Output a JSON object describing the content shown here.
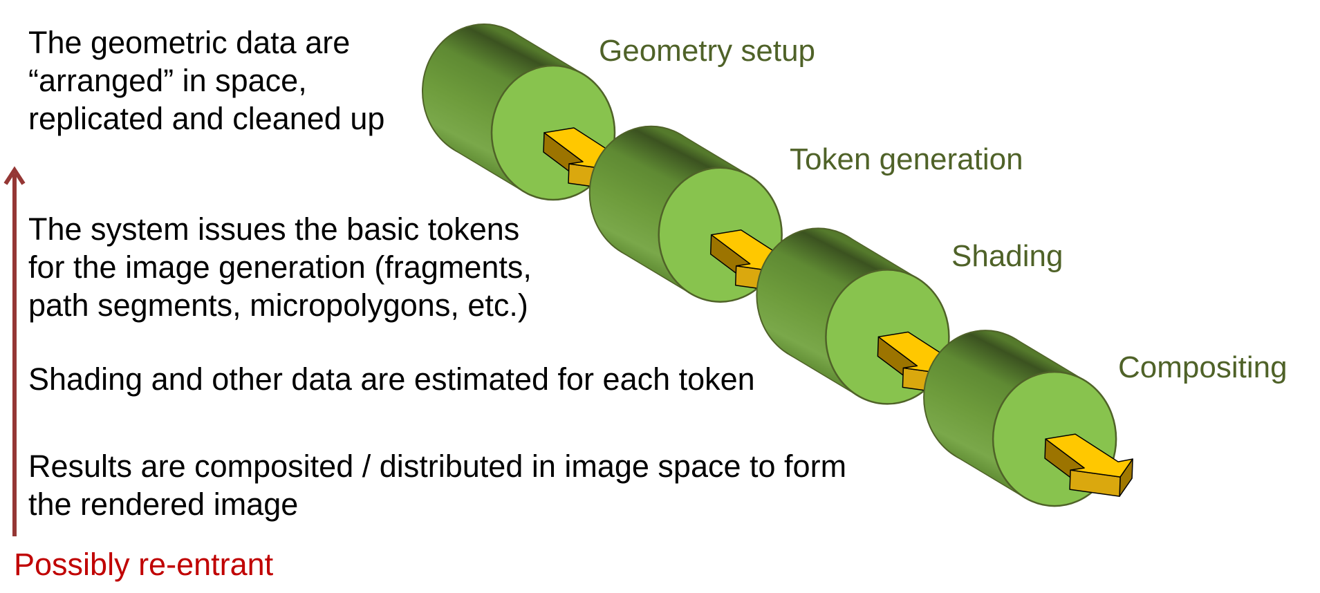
{
  "descriptions": [
    {
      "lines": [
        "The geometric data are",
        "“arranged” in space,",
        "replicated and cleaned up"
      ]
    },
    {
      "lines": [
        "The system issues the basic tokens",
        "for the image generation (fragments,",
        "path segments, micropolygons, etc.)"
      ]
    },
    {
      "lines": [
        "Shading and other data are estimated for each token"
      ]
    },
    {
      "lines": [
        "Results are composited / distributed in image space to form",
        "the rendered image"
      ]
    }
  ],
  "stages": [
    {
      "label": "Geometry setup"
    },
    {
      "label": "Token generation"
    },
    {
      "label": "Shading"
    },
    {
      "label": "Compositing"
    }
  ],
  "reentrant_label": "Possibly re-entrant",
  "colors": {
    "stage_label": "#4f6228",
    "reentrant": "#c00000",
    "reentrant_arrow": "#953735",
    "cylinder_face": "#88c34e",
    "cylinder_side_dark": "#3b5220",
    "cylinder_side": "#6e9c3c",
    "arrow_top": "#ffc800",
    "arrow_side": "#9c7400",
    "arrow_front": "#daa80e"
  }
}
